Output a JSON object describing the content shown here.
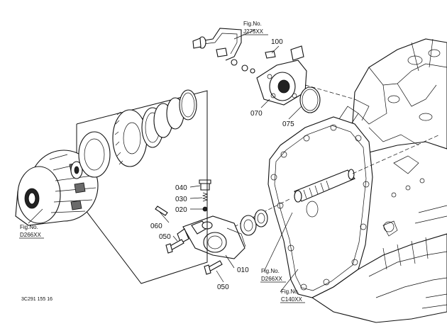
{
  "callouts": {
    "c100": "100",
    "c070": "070",
    "c075": "075",
    "c040": "040",
    "c030": "030",
    "c020": "020",
    "c060": "060",
    "c050a": "050",
    "c050b": "050",
    "c010": "010"
  },
  "fig_refs": {
    "j275": {
      "line1": "Fig.No.",
      "line2": "J275XX"
    },
    "d266_left": {
      "line1": "Fig.No.",
      "line2": "D266XX"
    },
    "d266_right": {
      "line1": "Fig.No.",
      "line2": "D266XX"
    },
    "c140": {
      "line1": "Fig.No.",
      "line2": "C140XX"
    }
  },
  "drawing_code": "3C291  155  16"
}
